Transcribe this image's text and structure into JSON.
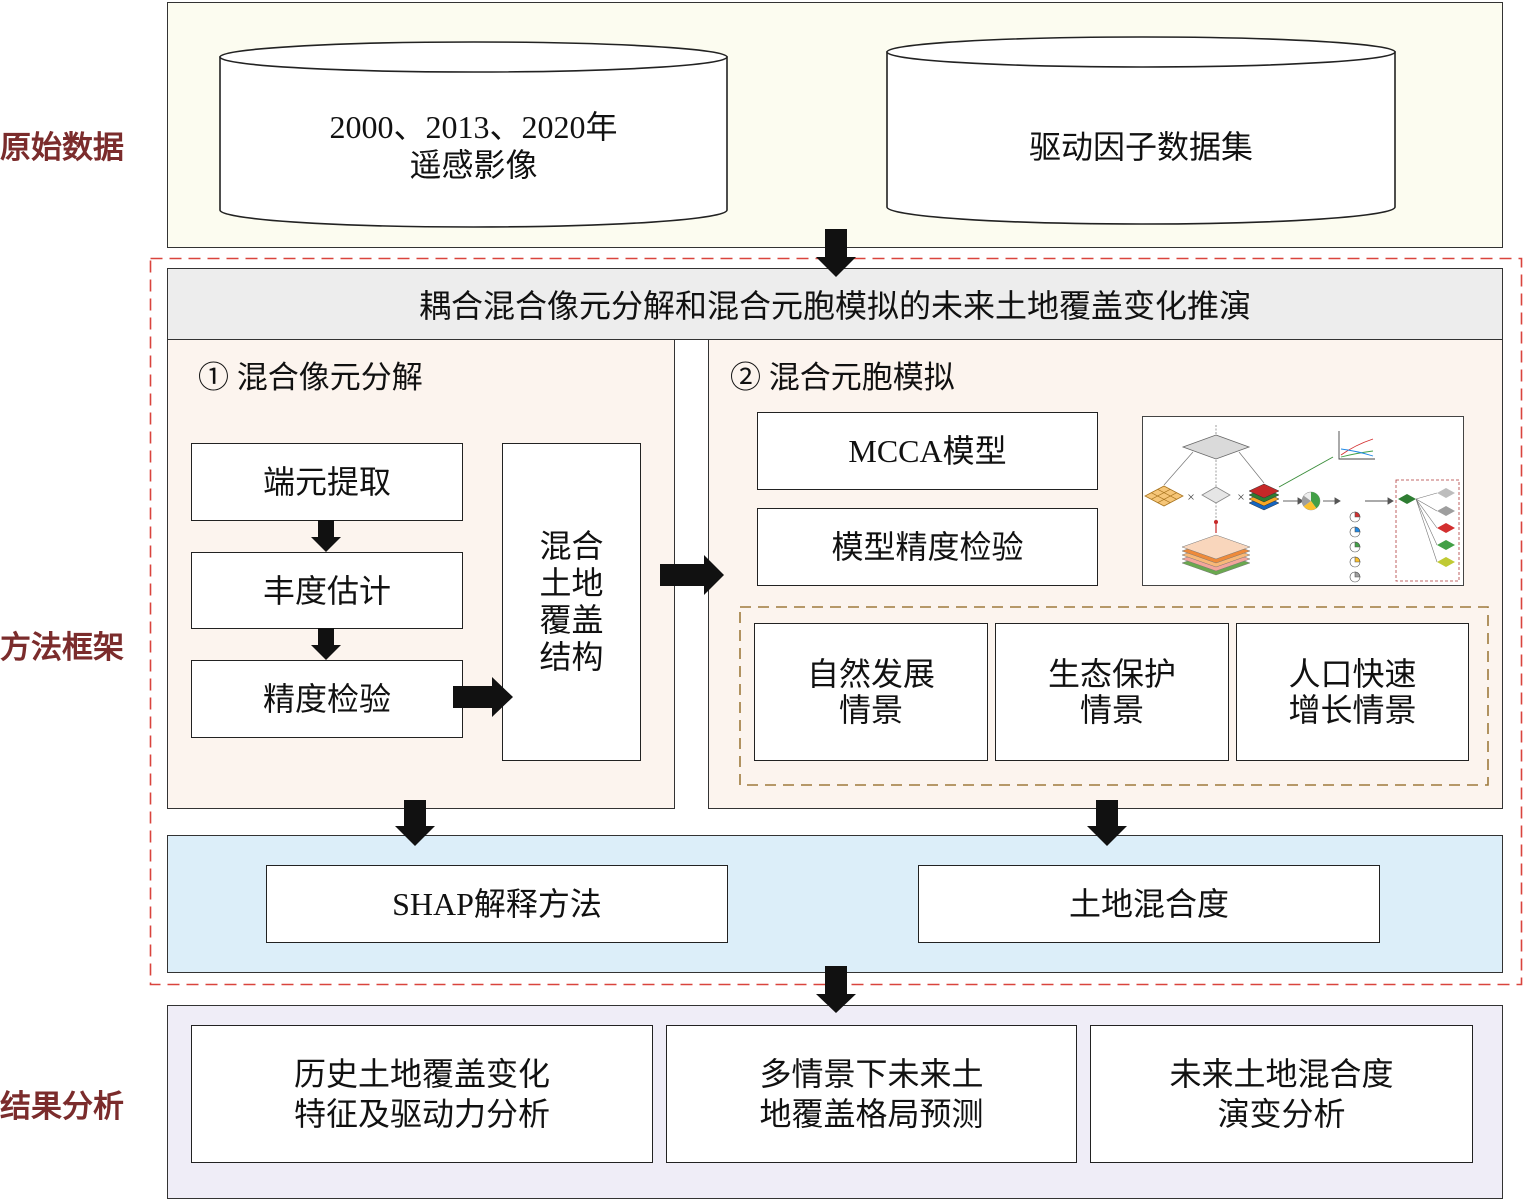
{
  "section_labels": {
    "raw_data": "原始数据",
    "method_framework": "方法框架",
    "result_analysis": "结果分析"
  },
  "raw_data": {
    "remote_sensing": [
      "2000、2013、2020年",
      "遥感影像"
    ],
    "driving_factors": "驱动因子数据集"
  },
  "framework": {
    "title": "耦合混合像元分解和混合元胞模拟的未来土地覆盖变化推演",
    "unmixing": {
      "heading": "① 混合像元分解",
      "steps": [
        "端元提取",
        "丰度估计",
        "精度检验"
      ],
      "output": [
        "混合",
        "土地",
        "覆盖",
        "结构"
      ]
    },
    "simulation": {
      "heading": "② 混合元胞模拟",
      "model": "MCCA模型",
      "validation": "模型精度检验",
      "scenarios": [
        [
          "自然发展",
          "情景"
        ],
        [
          "生态保护",
          "情景"
        ],
        [
          "人口快速",
          "增长情景"
        ]
      ]
    },
    "analysis": {
      "shap": "SHAP解释方法",
      "mixing_degree": "土地混合度"
    }
  },
  "results": [
    [
      "历史土地覆盖变化",
      "特征及驱动力分析"
    ],
    [
      "多情景下未来土",
      "地覆盖格局预测"
    ],
    [
      "未来土地混合度",
      "演变分析"
    ]
  ],
  "colors": {
    "section_label": "#7B2C2C",
    "raw_data_bg": "#FCFCF0",
    "framework_title_bg": "#EDEDED",
    "panel_bg": "#FCF4EE",
    "analysis_bg": "#DCEEF9",
    "results_bg": "#EFEDF7",
    "framework_dash": "#D9443D",
    "scenario_dash": "#9E7A3C"
  }
}
